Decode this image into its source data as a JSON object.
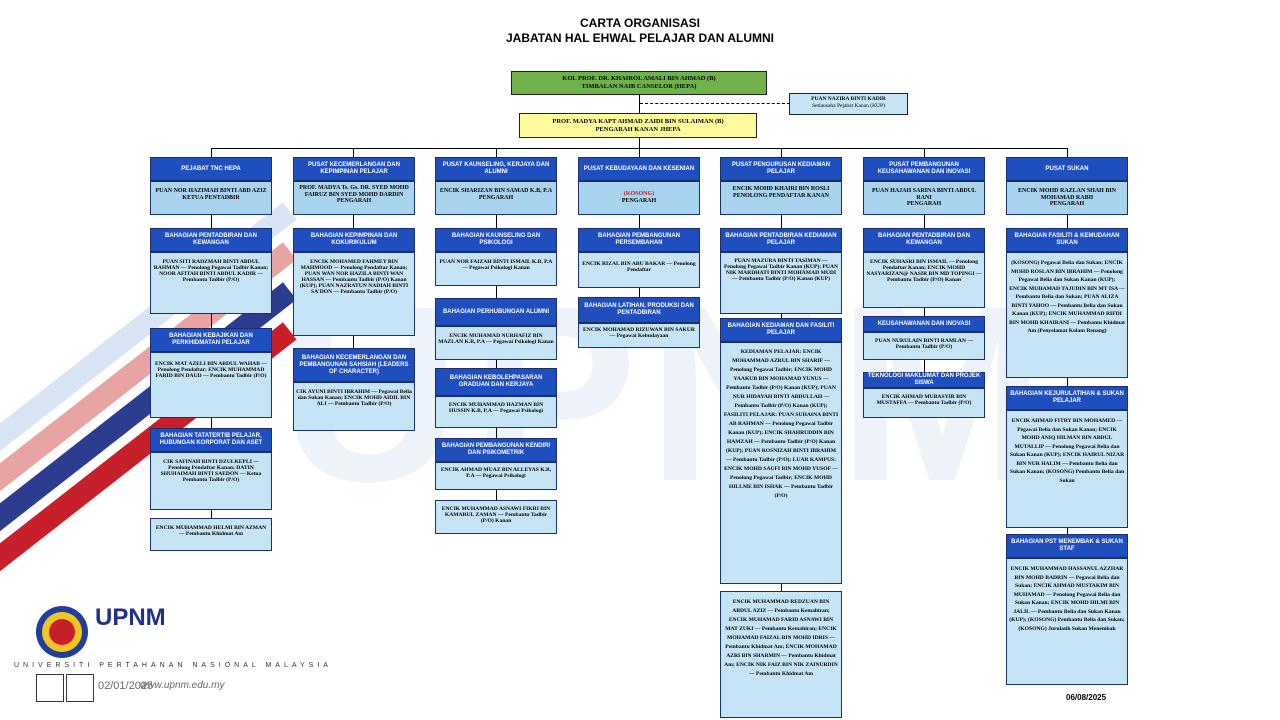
{
  "title": {
    "line1": "CARTA ORGANISASI",
    "line2": "JABATAN HAL EHWAL PELAJAR DAN ALUMNI"
  },
  "top": {
    "name": "KOL PROF. DR. KHAIROL AMALI BIN AHMAD (B)",
    "role": "TIMBALAN NAIB CANSELOR (HEPA)"
  },
  "secretary": {
    "name": "PUAN NAZIRA BINTI KADIR",
    "role": "Setiausaha Pejabat Kanan (KUP)"
  },
  "director": {
    "name": "PROF. MADYA KAPT AHMAD ZAIDI BIN SULAIMAN (B)",
    "role": "PENGARAH KANAN JHEPA"
  },
  "columns": [
    {
      "header": "PEJABAT TNC HEPA",
      "head_name": "PUAN NOR HAZIMAH BINTI ABD AZIZ",
      "head_role": "KETUA PENTADBIR",
      "head_red": "",
      "units": [
        {
          "title": "BAHAGIAN PENTADBIRAN DAN KEWANGAN",
          "text": "PUAN SITI RADZMAH BINTI ABDUL RAHMAN — Penolong Pegawai Tadbir Kanan; NOOR AFITAH BINTI ABDUL KADIR — Pembantu Tadbir (P/O)"
        },
        {
          "title": "BAHAGIAN KEBAJIKAN DAN PERKHIDMATAN PELAJAR",
          "text": "ENCIK MAT AZELI BIN ABDUL WAHAB — Penolong Pendaftar; ENCIK MUHAMMAD FARID BIN DAUD — Pembantu Tadbir (P/O)"
        },
        {
          "title": "BAHAGIAN TATATERTIB PELAJAR, HUBUNGAN KORPORAT DAN ASET",
          "text": "CIK SAFINAH BINTI DZULKEPLI — Penolong Pendaftar Kanan; DATIN SHUHAIMAH BINTI SAEDON — Ketua Pembantu Tadbir (P/O)"
        },
        {
          "title": "",
          "text": "ENCIK MUHAMMAD HELMI BIN AZMAN — Pembantu Khidmat Am"
        }
      ]
    },
    {
      "header": "PUSAT KECEMERLANGAN DAN KEPIMPINAN PELAJAR",
      "head_name": "PROF. MADYA Ts. Gs. DR. SYED MOHD FAIRUZ BIN SYED MOHD DARDIN",
      "head_role": "PENGARAH",
      "head_red": "",
      "units": [
        {
          "title": "BAHAGIAN KEPIMPINAN DAN KOKURIKULUM",
          "text": "ENCIK MOHAMED FAHMEY BIN MAHMOOD — Penolong Pendaftar Kanan; PUAN WAN NOR HAZILA BINTI WAN HASSAN — Pembantu Tadbir (P/O) Kanan (KUP); PUAN NAZRATUN NADIAH BINTI SA'DON — Pembantu Tadbir (P/O)"
        },
        {
          "title": "BAHAGIAN KECEMERLANGAN DAN PEMBANGUNAN SAHSIAH (LEADERS OF CHARACTER)",
          "text": "CIK AYUNI BINTI IBRAHIM — Pegawai Belia dan Sukan Kanan; ENCIK MOHD AIDIL BIN ALI — Pembantu Tadbir (P/O)"
        }
      ]
    },
    {
      "header": "PUSAT KAUNSELING, KERJAYA DAN ALUMNI",
      "head_name": "ENCIK SHARIZAN BIN SAMAD K.B, P.A",
      "head_role": "PENGARAH",
      "head_red": "",
      "units": [
        {
          "title": "BAHAGIAN KAUNSELING DAN PSIKOLOGI",
          "text": "PUAN NOR FAIZAH BINTI ISMAIL K.B, P.A — Pegawai Psikologi Kanan"
        },
        {
          "title": "BAHAGIAN PERHUBUNGAN ALUMNI",
          "text": "ENCIK MUHAMAD NURHAFIZ BIN MAZLAN K.B, P.A — Pegawai Psikologi Kanan"
        },
        {
          "title": "BAHAGIAN KEBOLEHPASARAN GRADUAN DAN KERJAYA",
          "text": "ENCIK MUHAMMAD HAZMAN BIN HUSSIN K.B, P.A — Pegawai Psikologi"
        },
        {
          "title": "BAHAGIAN PEMBANGUNAN KENDIRI DAN PSIKOMETRIK",
          "text": "ENCIK AHMAD MUAZ BIN ALLEYAS K.B, P.A — Pegawai Psikologi"
        },
        {
          "title": "",
          "text": "ENCIK MUHAMMAD ASNAWI FIKRI BIN KAMARUL ZAMAN — Pembantu Tadbir (P/O) Kanan"
        }
      ]
    },
    {
      "header": "PUSAT KEBUDAYAAN DAN KESENIAN",
      "head_name": "",
      "head_role": "PENGARAH",
      "head_red": "(KOSONG)",
      "units": [
        {
          "title": "BAHAGIAN PEMBANGUNAN PERSEMBAHAN",
          "text": "ENCIK RIZAL BIN ABU BAKAR — Penolong Pendaftar"
        },
        {
          "title": "BAHAGIAN LATIHAN, PRODUKSI DAN PENTADBIRAN",
          "text": "ENCIK MOHAMAD RIZUWAN BIN SAKUR — Pegawai Kebudayaan"
        }
      ]
    },
    {
      "header": "PUSAT PENGURUSAN KEDIAMAN PELAJAR",
      "head_name": "ENCIK MOHD KHAIRI BIN ROSLI",
      "head_role": "PENOLONG PENDAFTAR KANAN",
      "head_red": "",
      "units": [
        {
          "title": "BAHAGIAN PENTADBIRAN KEDIAMAN PELAJAR",
          "text": "PUAN MAZURA BINTI TASIMAN — Penolong Pegawai Tadbir Kanan (KUP); PUAN NIK MARDHATI BINTI MOHAMAD MUDI — Pembantu Tadbir (P/O) Kanan (KUP)"
        },
        {
          "title": "BAHAGIAN KEDIAMAN DAN FASILITI PELAJAR",
          "text": "KEDIAMAN PELAJAR: ENCIK MOHAMMAD AZRUL BIN SHARIF — Penolong Pegawai Tadbir; ENCIK MOHD YAAKUB BIN MOHAMAD YUNUS — Pembantu Tadbir (P/O) Kanan (KUP); PUAN NUR HIDAYAH BINTI ABDULLAH — Pembantu Tadbir (P/O) Kanan (KUP); FASILITI PELAJAR: PUAN SUHAINA BINTI AB RAHMAN — Penolong Pegawai Tadbir Kanan (KUP); ENCIK SHAHRUDDIN BIN HAMZAH — Pembantu Tadbir (P/O) Kanan (KUP); PUAN ROSNIZAH BINTI IBRAHIM — Pembantu Tadbir (P/O); LUAR KAMPUS: ENCIK MOHD SAUFI BIN MOHD YUSOF — Penolong Pegawai Tadbir; ENCIK MOHD HILLME BIN ISHAK — Pembantu Tadbir (P/O)"
        },
        {
          "title": "",
          "text": "ENCIK MUHAMMAD REDZUAN BIN ABDUL AZIZ — Pembantu Kemahiran; ENCIK MUHAMAD FARID ASNAWI BIN MAT ZUKI — Pembantu Kemahiran; ENCIK MOHAMAD FAIZAL BIN MOHD IDRIS — Pembantu Khidmat Am; ENCIK MOHAMAD AZRI BIN SHARMIN — Pembantu Khidmat Am; ENCIK NIK FAIZ BIN NIK ZAINURDIN — Pembantu Khidmat Am"
        }
      ]
    },
    {
      "header": "PUSAT PEMBANGUNAN KEUSAHAWANAN DAN INOVASI",
      "head_name": "PUAN HAJAH SARINA BINTI ABDUL RANI",
      "head_role": "PENGARAH",
      "head_red": "",
      "units": [
        {
          "title": "BAHAGIAN PENTADBIRAN DAN KEWANGAN",
          "text": "ENCIK SUHASRI BIN ISMAIL — Penolong Pendaftar Kanan; ENCIK MOHD NASYARIZAN@ NASIR BIN MD TOPINGI — Pembantu Tadbir (P/O) Kanan"
        },
        {
          "title": "KEUSAHAWANAN DAN INOVASI",
          "text": "PUAN NURULAIN BINTI RAMLAN — Pembantu Tadbir (P/O)"
        },
        {
          "title": "TEKNOLOGI MAKLUMAT DAN PROJEK SISWA",
          "text": "ENCIK AHMAD MUBASYIR BIN MUSTAFFA — Pembantu Tadbir (P/O)"
        }
      ]
    },
    {
      "header": "PUSAT SUKAN",
      "head_name": "ENCIK MOHD RAZLAN SHAH BIN MOHAMAD RABII",
      "head_role": "PENGARAH",
      "head_red": "",
      "units": [
        {
          "title": "BAHAGIAN FASILITI & KEMUDAHAN SUKAN",
          "text": "(KOSONG) Pegawai Belia dan Sukan; ENCIK MOHD ROSLAN BIN IBRAHIM — Penolong Pegawai Belia dan Sukan Kanan (KUP); ENCIK MUHAMAD TAJUDIN BIN MT ISA — Pembantu Belia dan Sukan; PUAN ALIZA BINTI YAHOO — Pembantu Belia dan Sukan Kanan (KUP); ENCIK MUHAMMAD RIFDI BIN MOHD KHAIRANI — Pembantu Khidmat Am (Penyelamat Kolam Renang)"
        },
        {
          "title": "BAHAGIAN KEJURULATIHAN & SUKAN PELAJAR",
          "text": "ENCIK AHMAD FITRY BIN MOHAMED — Pegawai Belia dan Sukan Kanan; ENCIK MOHD ANIQ HILMAN BIN ABDUL MUTALLIP — Penolong Pegawai Belia dan Sukan Kanan (KUP); ENCIK HAIRUL NIZAR BIN NUR HALIM — Pembantu Belia dan Sukan Kanan; (KOSONG) Pembantu Belia dan Sukan"
        },
        {
          "title": "BAHAGIAN PST MENEMBAK & SUKAN STAF",
          "text": "ENCIK MUHAMMAD HASSANUL AZZHAR BIN MOHD BADRIN — Pegawai Belia dan Sukan; ENCIK AHMAD MUSTAKIM BIN MUHAMAD — Penolong Pegawai Belia dan Sukan Kanan; ENCIK MOHD HILMI BIN JALIL — Pembantu Belia dan Sukan Kanan (KUP); (KOSONG) Pembantu Belia dan Sukan; (KOSONG) Jurulatih Sukan Menembak"
        }
      ]
    }
  ],
  "footer": {
    "logo_text": "UPNM",
    "university": "UNIVERSITI PERTAHANAN NASIONAL MALAYSIA",
    "website": "www.upnm.edu.my",
    "date_left": "02/01/2025",
    "date_right": "06/08/2025"
  },
  "colors": {
    "header_blue": "#1f4fbf",
    "box_light_blue": "#a8d4ef",
    "top_green": "#6fb24a",
    "director_yellow": "#fdfb9c",
    "vacant_red": "#d21a1a"
  }
}
